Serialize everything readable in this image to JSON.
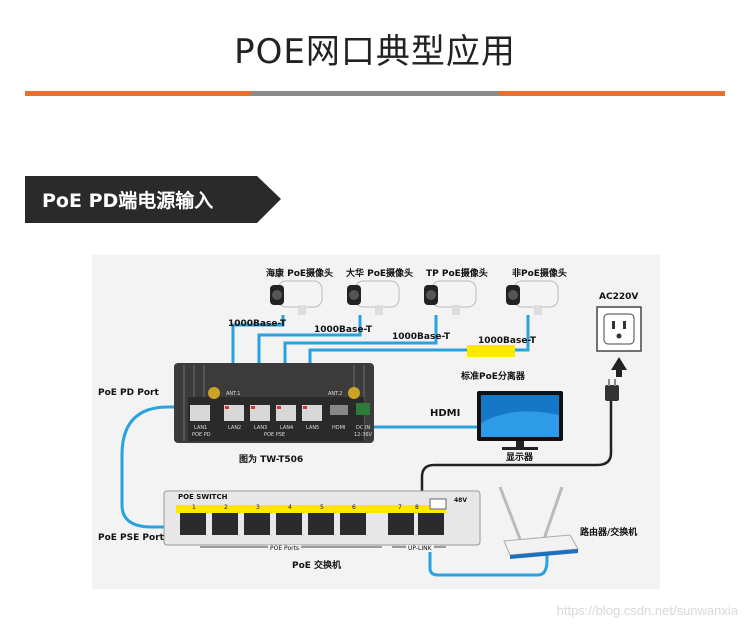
{
  "header": {
    "title": "POE网口典型应用"
  },
  "section": {
    "tag": "PoE PD端电源输入"
  },
  "diagram": {
    "cameras": [
      "海康 PoE摄像头",
      "大华 PoE摄像头",
      "TP PoE摄像头",
      "非PoE摄像头"
    ],
    "links": [
      "1000Base-T",
      "1000Base-T",
      "1000Base-T",
      "1000Base-T"
    ],
    "splitter_label": "标准PoE分离器",
    "outlet_label": "AC220V",
    "pd_port_label": "PoE PD Port",
    "pse_port_label": "PoE PSE Port",
    "hdmi_label": "HDMI",
    "monitor_label": "显示器",
    "device_label": "图为  TW-T506",
    "switch_label": "PoE 交换机",
    "router_label": "路由器/交换机",
    "switch_panel": {
      "brand": "POE SWITCH",
      "ports": [
        "1",
        "2",
        "3",
        "4",
        "5",
        "6",
        "7",
        "8"
      ],
      "group_poe": "POE Ports",
      "group_uplink": "UP-LINK",
      "voltage": "48V"
    },
    "device_panel": {
      "ant1": "ANT.1",
      "ant2": "ANT.2",
      "lan_ports": [
        "LAN1",
        "LAN2",
        "LAN3",
        "LAN4",
        "LAN5"
      ],
      "lan1_sub": "POE PD",
      "group_pse": "POE PSE",
      "hdmi": "HDMI",
      "dc_in": "DC IN",
      "dc_volt": "12-36V"
    }
  },
  "watermark": "https://blog.csdn.net/sunwanxia",
  "colors": {
    "accent_orange": "#e8702a",
    "rule_gray": "#8a8a8a",
    "tag_bg": "#2a2a2a",
    "cable_blue": "#29a3e0",
    "splitter_yellow": "#ffe800"
  }
}
